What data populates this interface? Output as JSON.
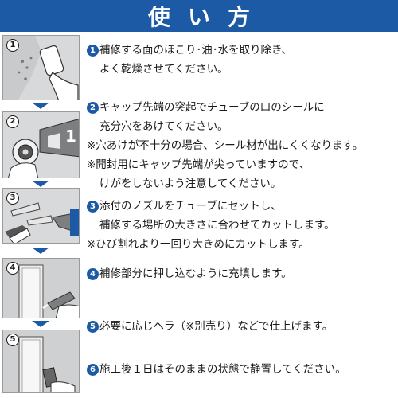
{
  "title": "使い方",
  "colors": {
    "accent": "#1d5aa6",
    "panel_bg": "#d8d9da",
    "text": "#1a1a1a"
  },
  "steps": [
    {
      "num": "1",
      "lines": [
        "補修する面のほこり･油･水を取り除き、",
        "よく乾燥させてください。"
      ]
    },
    {
      "num": "2",
      "lines": [
        "キャップ先端の突起でチューブの口のシールに",
        "充分穴をあけてください。"
      ],
      "notes": [
        "※穴あけが不十分の場合、シール材が出にくくなります。",
        "※開封用にキャップ先端が尖っていますので、",
        "けがをしないよう注意してください。"
      ]
    },
    {
      "num": "3",
      "lines": [
        "添付のノズルをチューブにセットし、",
        "補修する場所の大きさに合わせてカットします。"
      ],
      "notes": [
        "※ひび割れより一回り大きめにカットします。"
      ]
    },
    {
      "num": "4",
      "lines": [
        "補修部分に押し込むように充填します。"
      ]
    },
    {
      "num": "5",
      "lines": [
        "必要に応じヘラ（※別売り）などで仕上げます。"
      ]
    },
    {
      "num": "6",
      "lines": [
        "施工後１日はそのままの状態で静置してください。"
      ]
    }
  ],
  "panels": [
    {
      "num": "1",
      "icon": "hand-brush-wall-icon"
    },
    {
      "num": "2",
      "icon": "tube-cap-piercing-icon",
      "tube_label": "1"
    },
    {
      "num": "3",
      "icon": "nozzle-cut-icon"
    },
    {
      "num": "4",
      "icon": "window-fill-sealant-icon"
    },
    {
      "num": "5",
      "icon": "window-spatula-icon"
    }
  ]
}
